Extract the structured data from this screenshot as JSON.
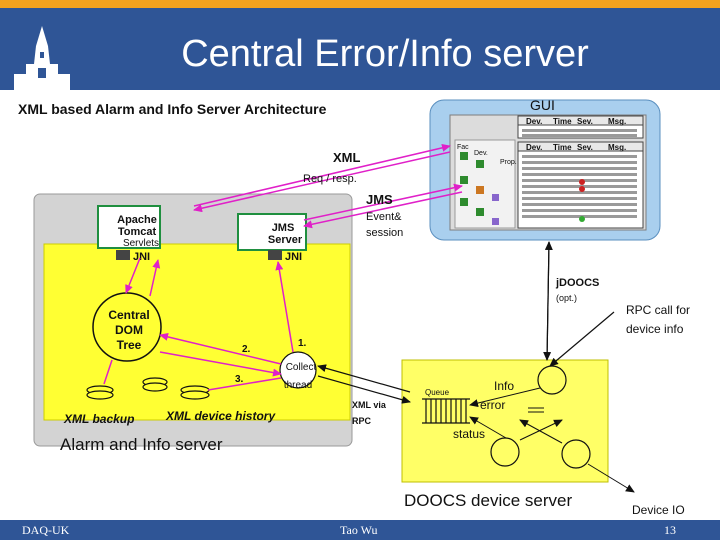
{
  "slide": {
    "title": "Central Error/Info server"
  },
  "footer": {
    "left": "DAQ-UK",
    "center": "Tao Wu",
    "right": "13"
  },
  "diagram": {
    "heading": "XML based Alarm and Info Server Architecture",
    "alarm_server_label": "Alarm and Info server",
    "apache": {
      "line1": "Apache",
      "line2": "Tomcat",
      "line3": "Servlets"
    },
    "jms": {
      "line1": "JMS",
      "line2": "Server"
    },
    "jni_label": "JNI",
    "dom": {
      "line1": "Central",
      "line2": "DOM",
      "line3": "Tree"
    },
    "collect": {
      "line1": "Collect",
      "line2": "thread"
    },
    "step_labels": [
      "1.",
      "2.",
      "3."
    ],
    "xml_backup": "XML backup",
    "xml_history": "XML device history",
    "gui": {
      "label": "GUI",
      "col_headers": [
        "Dev.",
        "Time",
        "Sev.",
        "Msg."
      ],
      "tree_labels": [
        "Fac",
        "Dev.",
        "Prop."
      ]
    },
    "xml_label": "XML",
    "req_resp": "Req / resp.",
    "jms_label": "JMS",
    "event_session": {
      "line1": "Event&",
      "line2": "session"
    },
    "jdoocs": {
      "line1": "jDOOCS",
      "line2": "(opt.)"
    },
    "rpc_call": {
      "line1": "RPC call for",
      "line2": "device info"
    },
    "xml_via_rpc": {
      "line1": "XML  via",
      "line2": "RPC"
    },
    "queue_label": "Queue",
    "info_label": "Info",
    "error_label": "error",
    "status_label": "status",
    "doocs_server_label": "DOOCS device server",
    "device_io_label": "Device IO"
  }
}
